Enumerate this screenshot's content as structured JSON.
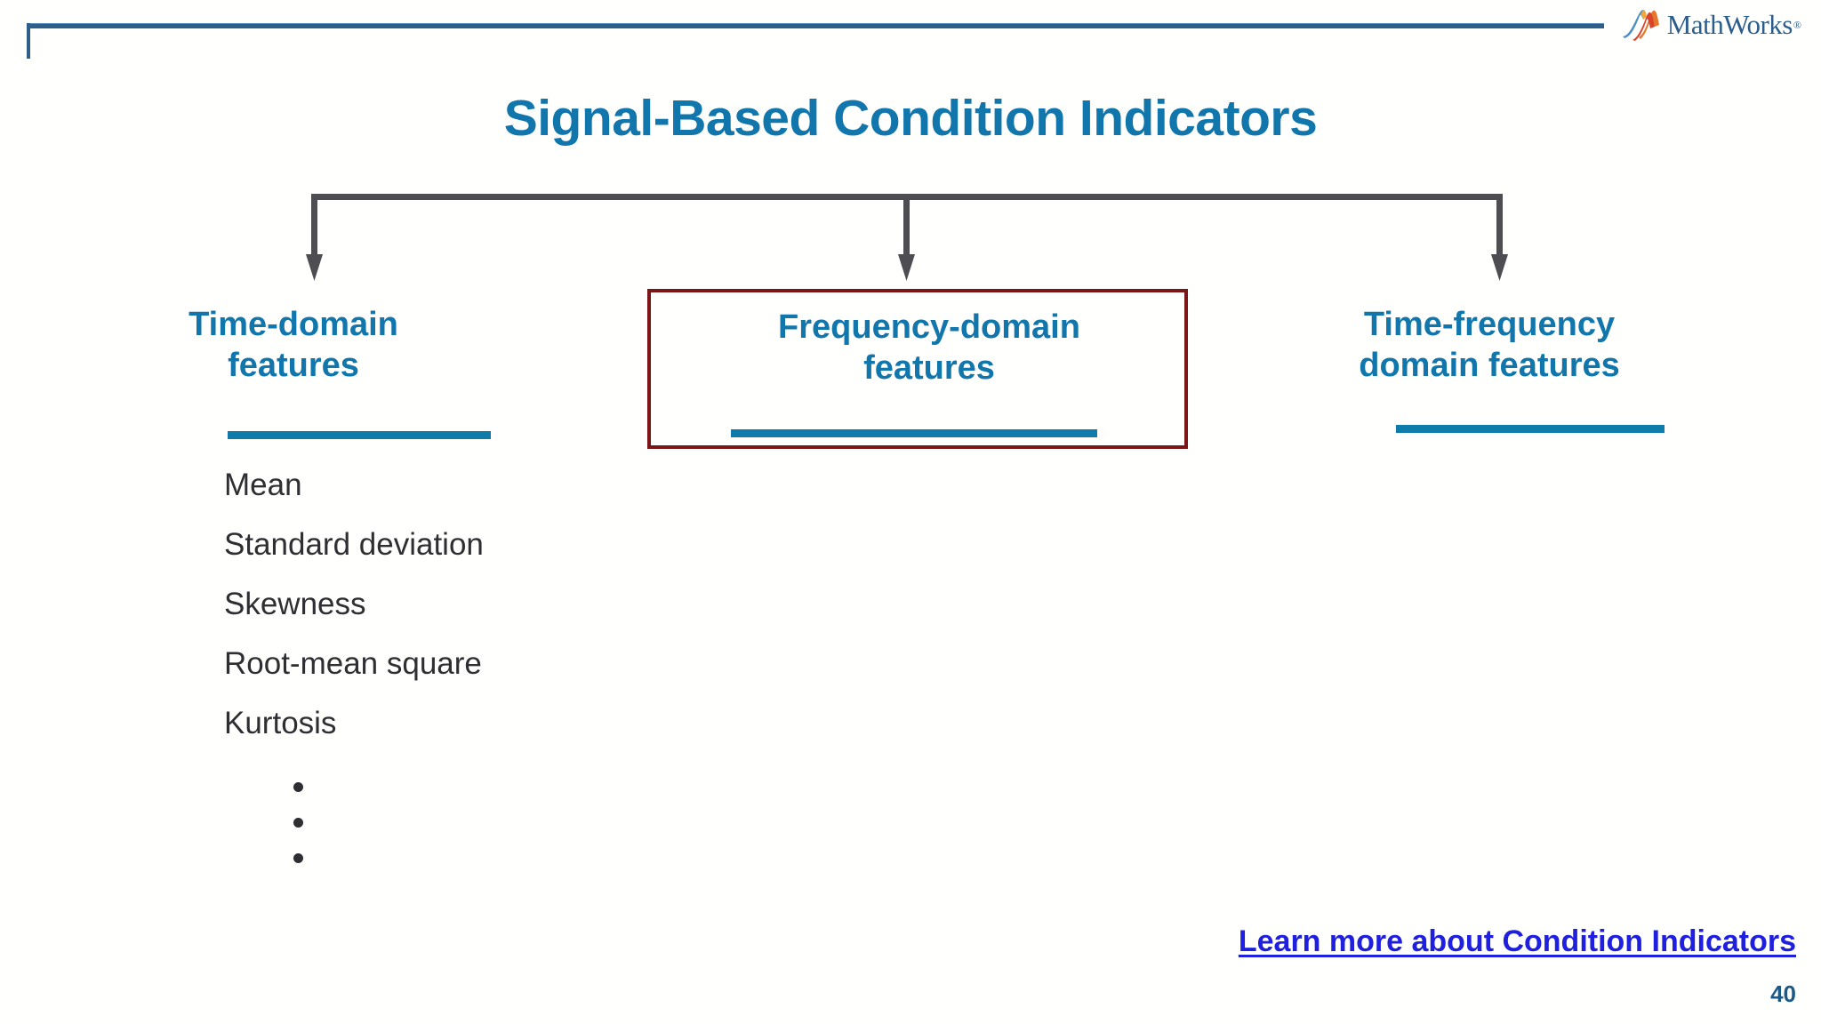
{
  "slide": {
    "title": "Signal-Based Condition Indicators",
    "page_number": "40",
    "background_color": "#fffffd",
    "accent_color": "#1176ac",
    "highlight_border_color": "#7a1518",
    "link_color": "#1f1fe0",
    "connector_color": "#4d4d52",
    "frame_color": "#2e5f8a"
  },
  "branding": {
    "logo_name": "mathworks-logo",
    "wordmark": "MathWorks",
    "trademark": "®"
  },
  "columns": [
    {
      "id": "time-domain",
      "heading": "Time-domain features",
      "heading_line1": "Time-domain",
      "heading_line2": "features",
      "highlighted": false,
      "items": [
        "Mean",
        "Standard deviation",
        "Skewness",
        "Root-mean square",
        "Kurtosis"
      ],
      "continuation_dots": 3
    },
    {
      "id": "frequency-domain",
      "heading": "Frequency-domain features",
      "heading_line1": "Frequency-domain",
      "heading_line2": "features",
      "highlighted": true,
      "items": [],
      "continuation_dots": 0
    },
    {
      "id": "time-frequency-domain",
      "heading": "Time-frequency domain features",
      "heading_line1": "Time-frequency",
      "heading_line2": "domain features",
      "highlighted": false,
      "items": [],
      "continuation_dots": 0
    }
  ],
  "link": {
    "label": "Learn more about Condition Indicators"
  }
}
